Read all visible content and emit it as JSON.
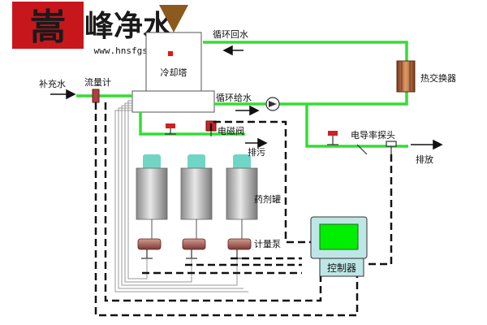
{
  "logo": {
    "char_main": "嵩",
    "chars_rest": "峰净水",
    "url": "www.hnsfgs.com",
    "colors": {
      "red": "#c8161d",
      "dark": "#1a1a1a",
      "bronze": "#8a5a1e"
    }
  },
  "labels": {
    "cooling_tower": "冷却塔",
    "return_water": "循环回水",
    "heat_exchanger": "热交换器",
    "makeup_water": "补充水",
    "flow_meter": "流量计",
    "supply_water": "循环给水",
    "solenoid_valve": "电磁阀",
    "conductivity_probe": "电导率探头",
    "blowdown": "排污",
    "discharge": "排放",
    "dosing_tank": "药剂罐",
    "metering_pump": "计量泵",
    "controller": "控制器"
  },
  "colors": {
    "pipe": "#33dd33",
    "tank_cap": "#6fd6c6",
    "controller_screen": "#00ee00",
    "controller_body": "#bfe6e6",
    "pump": "#a0605a",
    "valve": "#cc2222",
    "heat_exchanger": "#b86a3a"
  }
}
